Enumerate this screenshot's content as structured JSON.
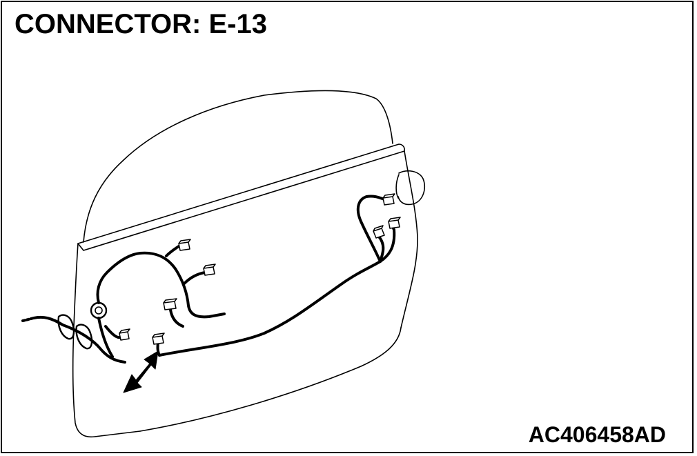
{
  "diagram": {
    "title": "CONNECTOR: E-13",
    "figure_id": "AC406458AD",
    "line_color": "#000000",
    "background_color": "#ffffff",
    "icons": [
      "door-outline",
      "wiring-harness",
      "connector",
      "grommet",
      "indicator-arrow"
    ]
  }
}
